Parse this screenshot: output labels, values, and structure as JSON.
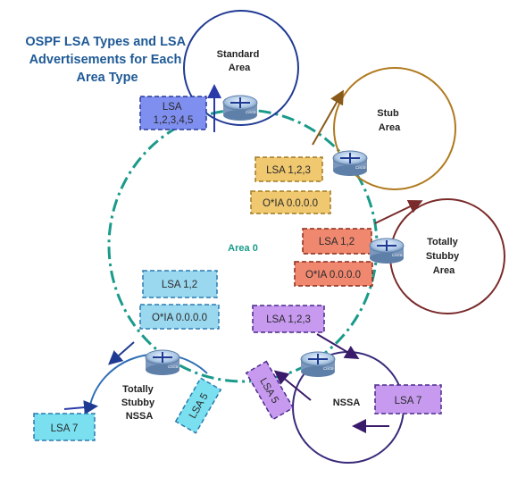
{
  "title": {
    "line1": "OSPF LSA Types and LSA",
    "line2": "Advertisements for Each",
    "line3": "Area Type"
  },
  "backbone": {
    "label": "Area 0"
  },
  "areas": {
    "standard": {
      "line1": "Standard",
      "line2": "Area"
    },
    "stub": {
      "line1": "Stub",
      "line2": "Area"
    },
    "totally_stubby": {
      "line1": "Totally",
      "line2": "Stubby",
      "line3": "Area"
    },
    "nssa": {
      "line1": "NSSA"
    },
    "totally_stubby_nssa": {
      "line1": "Totally",
      "line2": "Stubby",
      "line3": "NSSA"
    }
  },
  "boxes": {
    "standard_lsa": {
      "line1": "LSA",
      "line2": "1,2,3,4,5"
    },
    "stub_lsa": "LSA 1,2,3",
    "stub_default": "O*IA 0.0.0.0",
    "tsa_lsa": "LSA 1,2",
    "tsa_default": "O*IA 0.0.0.0",
    "tsnssa_lsa": "LSA 1,2",
    "tsnssa_default": "O*IA 0.0.0.0",
    "nssa_lsa": "LSA 1,2,3",
    "lsa5_left": "LSA 5",
    "lsa5_right": "LSA 5",
    "lsa7_left": "LSA 7",
    "lsa7_right": "LSA 7"
  },
  "router": {
    "brand": "Cisco"
  },
  "colors": {
    "backbone_ring": "#1a9a8a",
    "standard_ring": "#1f3a93",
    "stub_ring": "#b07a1f",
    "tsa_ring": "#7a2a2a",
    "nssa_ring": "#3a2a7a",
    "tsnssa_ring": "#2f6fb5",
    "title": "#1f5a96"
  }
}
